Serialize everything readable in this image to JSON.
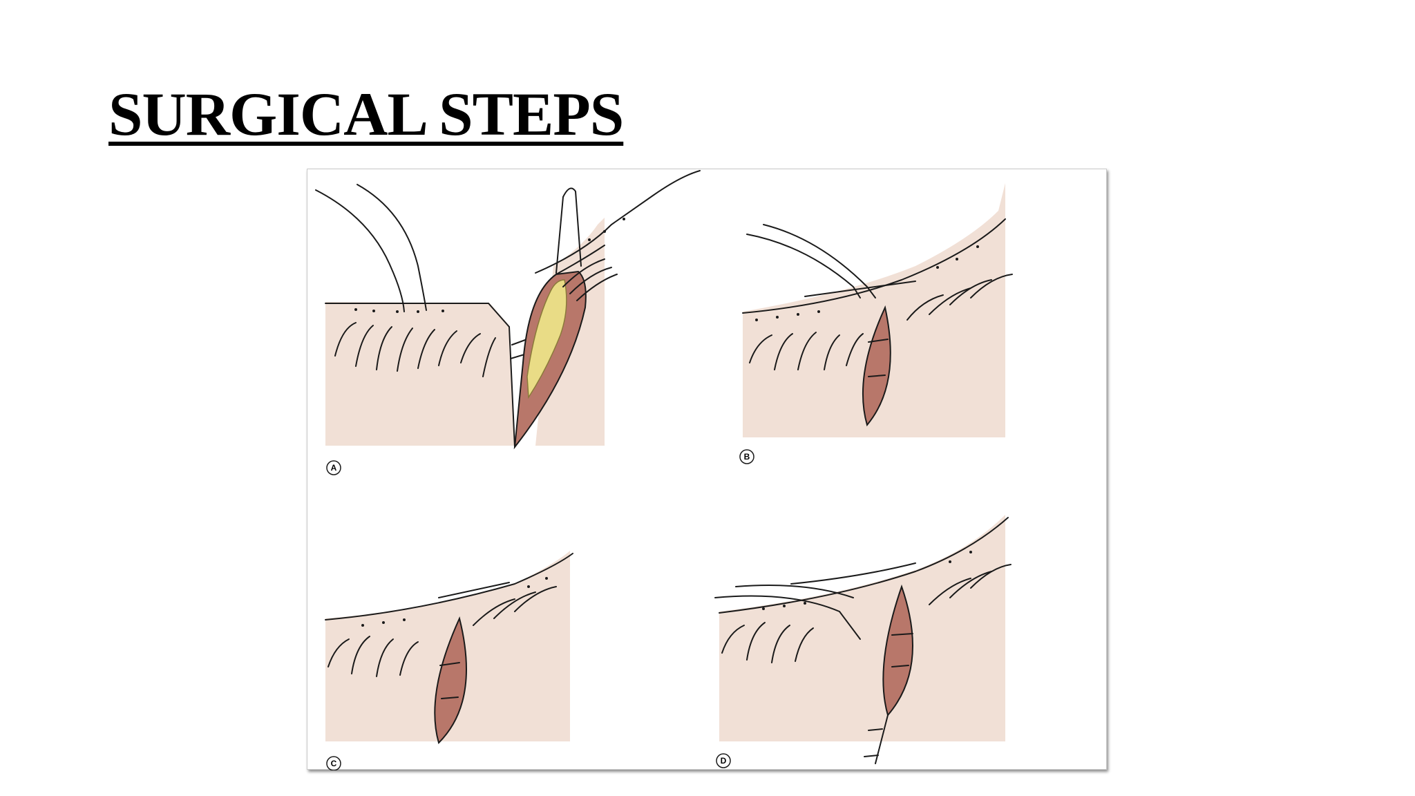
{
  "slide": {
    "title": "SURGICAL STEPS"
  },
  "figure": {
    "panels": [
      {
        "label": "A"
      },
      {
        "label": "B"
      },
      {
        "label": "C"
      },
      {
        "label": "D"
      }
    ]
  },
  "colors": {
    "skin": "#f1e0d6",
    "wound_tissue": "#b8776a",
    "fat_tissue": "#e9dc86",
    "outline": "#1a1a1a"
  }
}
